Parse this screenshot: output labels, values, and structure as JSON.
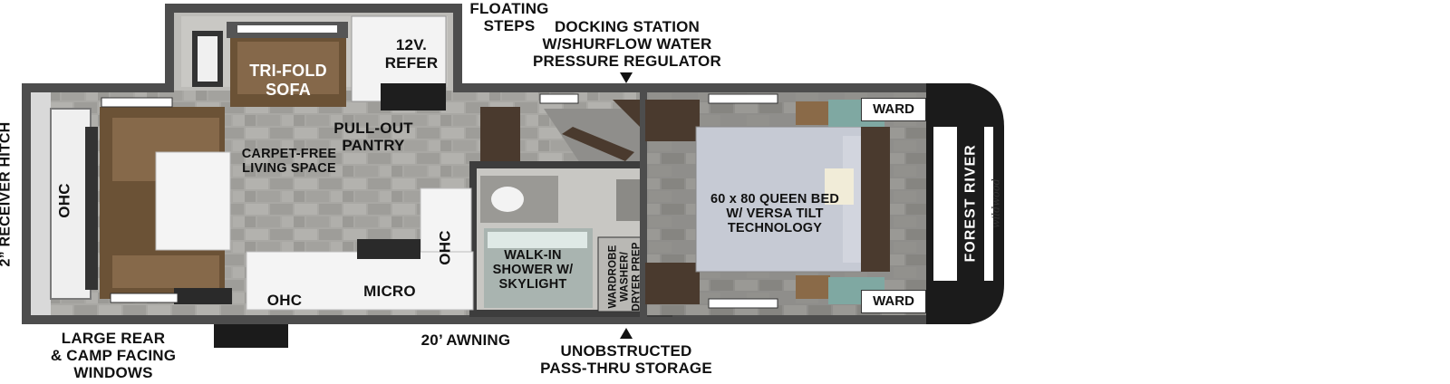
{
  "labels": {
    "floating_steps": [
      "FLOATING",
      "STEPS"
    ],
    "docking_station": [
      "DOCKING STATION",
      "W/SHURFLOW WATER",
      "PRESSURE REGULATOR"
    ],
    "tri_fold_sofa": [
      "TRI-FOLD",
      "SOFA"
    ],
    "refer": [
      "12V.",
      "REFER"
    ],
    "pull_out_pantry": [
      "PULL-OUT",
      "PANTRY"
    ],
    "carpet_free": [
      "CARPET-FREE",
      "LIVING SPACE"
    ],
    "ohc_rear": "OHC",
    "ohc_kitchen": "OHC",
    "ohc_lower": "OHC",
    "micro": "MICRO",
    "shower": [
      "WALK-IN",
      "SHOWER W/",
      "SKYLIGHT"
    ],
    "wardrobe": [
      "WARDROBE",
      "WASHER/",
      "DRYER PREP"
    ],
    "queen_bed": [
      "60 x 80 QUEEN BED",
      "W/ VERSA TILT",
      "TECHNOLOGY"
    ],
    "ward_top": "WARD",
    "ward_bottom": "WARD",
    "receiver_hitch": "2” RECEIVER HITCH",
    "large_rear": [
      "LARGE REAR",
      "& CAMP FACING",
      "WINDOWS"
    ],
    "awning": "20’ AWNING",
    "unobstructed": [
      "UNOBSTRUCTED",
      "PASS-THRU STORAGE"
    ],
    "brand": "FOREST RIVER",
    "script_logo": "wildwood"
  },
  "colors": {
    "wall": "#5a5a5a",
    "floor_tile": "#a6a5a1",
    "upholstery": "#6b5236",
    "wood": "#4a3a2e",
    "front_cap": "#1b1b1b"
  }
}
